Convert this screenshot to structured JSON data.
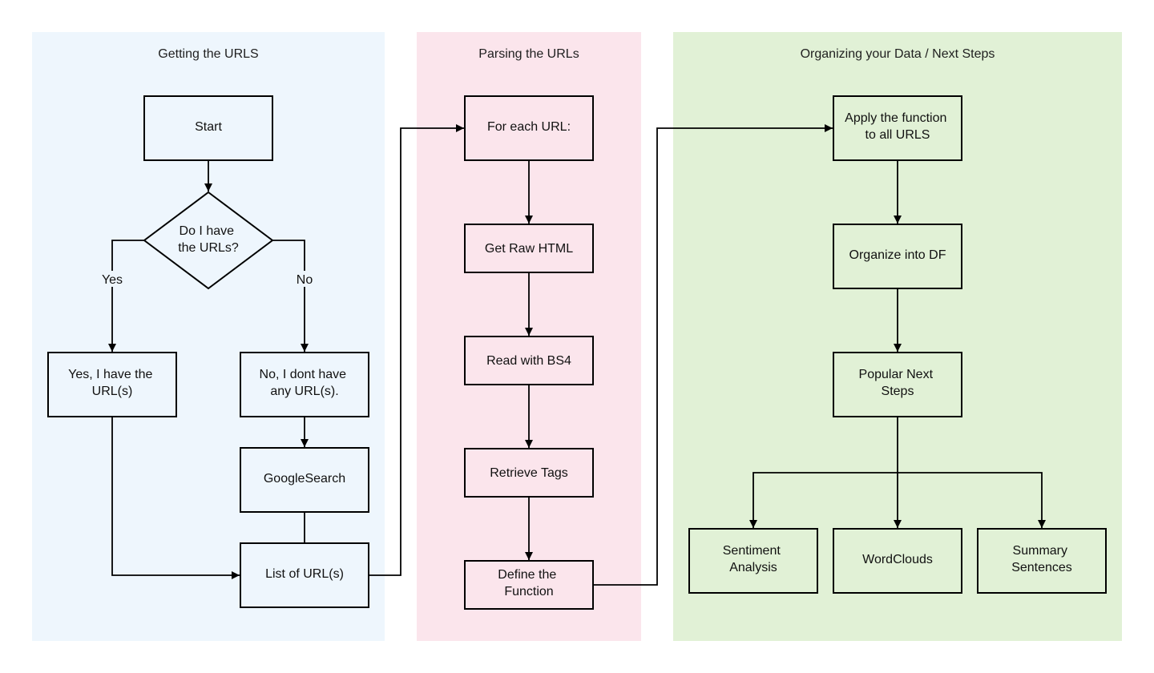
{
  "lanes": {
    "getting": {
      "title": "Getting the URLS",
      "color": "#eef6fd"
    },
    "parsing": {
      "title": "Parsing the URLs",
      "color": "#fbe5ec"
    },
    "organizing": {
      "title": "Organizing your Data / Next Steps",
      "color": "#e1f1d6"
    }
  },
  "nodes": {
    "start": {
      "lines": [
        "Start"
      ]
    },
    "decision": {
      "lines": [
        "Do I have",
        "the URLs?"
      ]
    },
    "yes_have": {
      "lines": [
        "Yes, I have the",
        "URL(s)"
      ]
    },
    "no_have": {
      "lines": [
        "No, I dont have",
        "any URL(s)."
      ]
    },
    "google": {
      "lines": [
        "GoogleSearch"
      ]
    },
    "list": {
      "lines": [
        "List of URL(s)"
      ]
    },
    "for_each": {
      "lines": [
        "For each URL:"
      ]
    },
    "raw_html": {
      "lines": [
        "Get Raw HTML"
      ]
    },
    "bs4": {
      "lines": [
        "Read with BS4"
      ]
    },
    "tags": {
      "lines": [
        "Retrieve Tags"
      ]
    },
    "define": {
      "lines": [
        "Define the",
        "Function"
      ]
    },
    "apply": {
      "lines": [
        "Apply the function",
        "to all URLS"
      ]
    },
    "organize": {
      "lines": [
        "Organize into DF"
      ]
    },
    "popular": {
      "lines": [
        "Popular Next",
        "Steps"
      ]
    },
    "sentiment": {
      "lines": [
        "Sentiment",
        "Analysis"
      ]
    },
    "wordclouds": {
      "lines": [
        "WordClouds"
      ]
    },
    "summary": {
      "lines": [
        "Summary",
        "Sentences"
      ]
    }
  },
  "edge_labels": {
    "yes": "Yes",
    "no": "No"
  },
  "colors": {
    "stroke": "#000000",
    "text": "#111111"
  }
}
